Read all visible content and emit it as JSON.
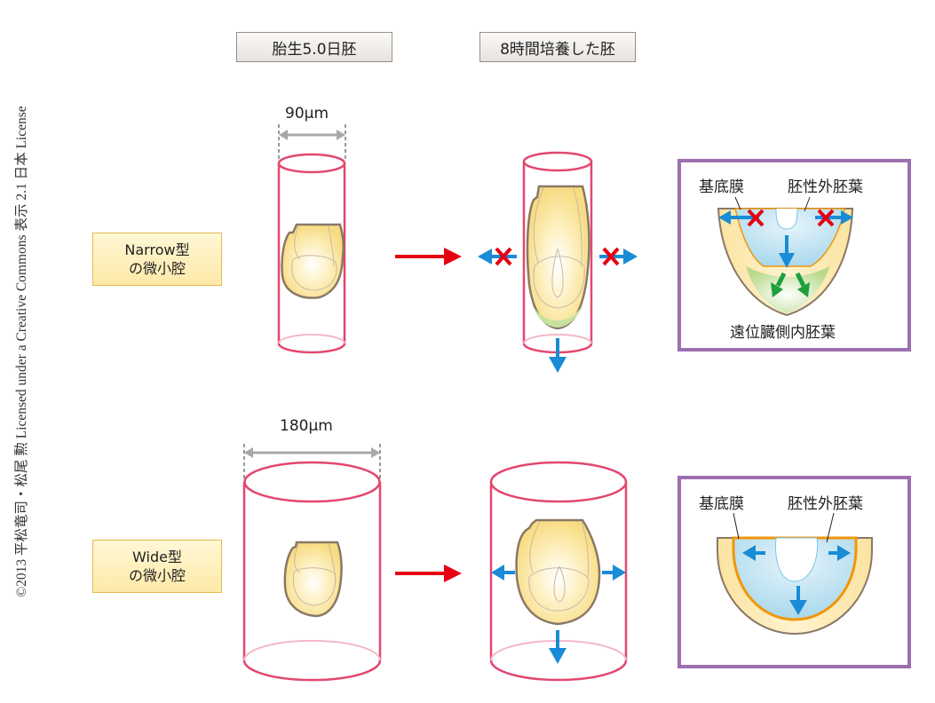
{
  "credit": "©2013 平松竜司・松尾 勲 Licensed under a Creative Commons 表示 2.1 日本 License",
  "column_headers": {
    "stage1": "胎生5.0日胚",
    "stage2": "8時間培養した胚"
  },
  "rows": [
    {
      "type_label_line1": "Narrow型",
      "type_label_line2": "の微小腔",
      "width_label": "90μm",
      "inset": {
        "label_basement_membrane": "基底膜",
        "label_embryonic_ectoderm": "胚性外胚葉",
        "label_distal_visceral_endoderm": "遠位臓側内胚葉"
      }
    },
    {
      "type_label_line1": "Wide型",
      "type_label_line2": "の微小腔",
      "width_label": "180μm",
      "inset": {
        "label_basement_membrane": "基底膜",
        "label_embryonic_ectoderm": "胚性外胚葉"
      }
    }
  ],
  "colors": {
    "cylinder": "#e3476f",
    "arrow_red": "#e60012",
    "arrow_blue": "#1a8bd6",
    "arrow_green": "#1e9e3c",
    "inset_border": "#9c6fae",
    "basement_orange": "#f0960a",
    "embryo_yellow": "#fde59a"
  }
}
